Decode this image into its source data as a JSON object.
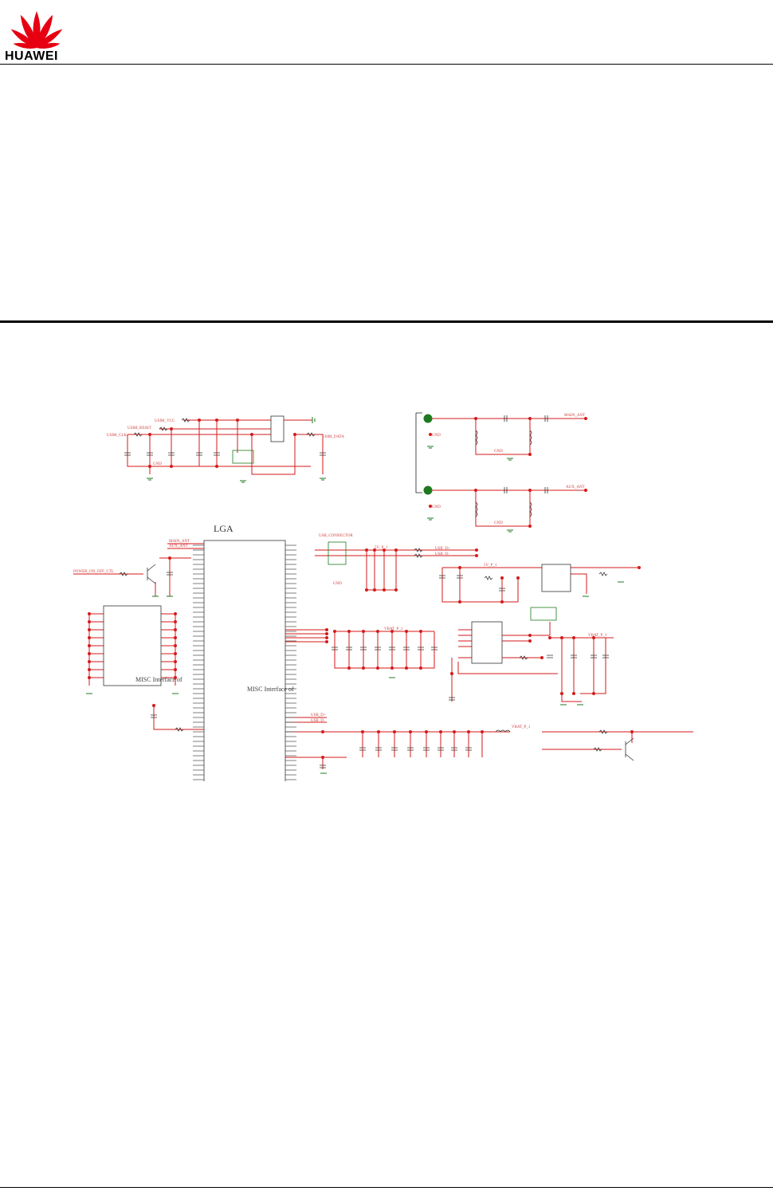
{
  "brand": {
    "name": "HUAWEI",
    "logo_icon": "huawei-petal-logo-icon",
    "logo_color": "#e60012"
  },
  "schematic": {
    "main_block_title": "LGA",
    "misc_interface_left": "MISC Interface of",
    "misc_interface_right": "MISC Interface of",
    "nets": {
      "usim_vcc": "USIM_VCC",
      "usim_reset": "USIM_RESET",
      "usim_clk": "USIM_CLK",
      "usim_data": "USIM_DATA",
      "gnd": "GND",
      "main_ant": "MAIN_ANT",
      "aux_ant": "AUX_ANT",
      "power_on_off": "POWER_ON_OFF_CTL",
      "usb_connector": "USB_CONNECTOR",
      "usb_dp": "USB_D+",
      "usb_dm": "USB_D-",
      "vbat": "VBAT_P_1",
      "vbus": "5V_P_1"
    },
    "colors": {
      "wire": "#d41a1a",
      "junction": "#d41a1a",
      "part": "#333333",
      "ground": "#1f7a1f"
    }
  }
}
